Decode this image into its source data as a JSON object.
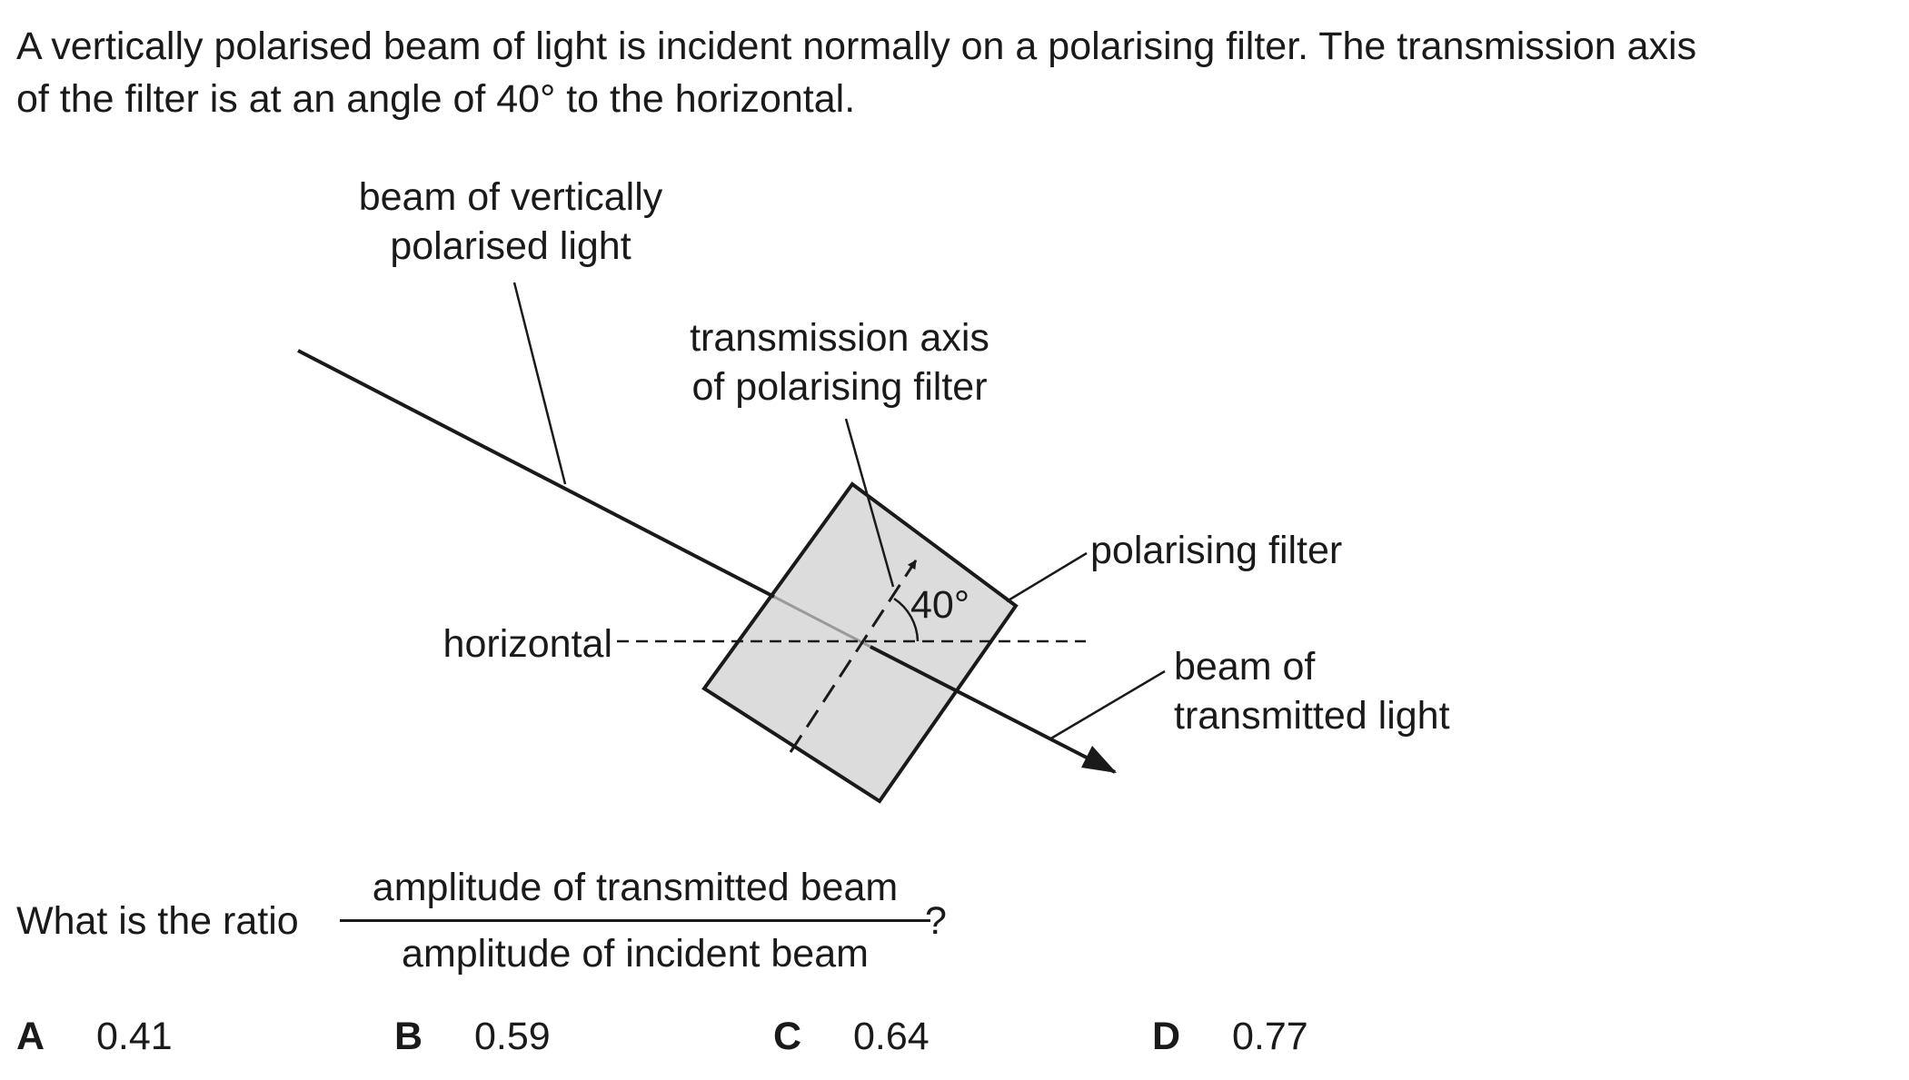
{
  "intro": {
    "line1": "A vertically polarised beam of light is incident normally on a polarising filter. The transmission axis",
    "line2": "of the filter is at an angle of 40° to the horizontal."
  },
  "diagram": {
    "labels": {
      "incident_beam_line1": "beam of vertically",
      "incident_beam_line2": "polarised light",
      "axis_line1": "transmission axis",
      "axis_line2": "of polarising filter",
      "filter": "polarising filter",
      "transmitted_line1": "beam of",
      "transmitted_line2": "transmitted light",
      "horizontal": "horizontal",
      "angle": "40°"
    },
    "angle_degrees": 40,
    "colors": {
      "filter_fill": "#dcdcdc",
      "stroke": "#1a1a1a"
    }
  },
  "question": {
    "prefix": "What is the ratio",
    "numerator": "amplitude of transmitted beam",
    "denominator": "amplitude of incident beam",
    "suffix": "?"
  },
  "options": [
    {
      "letter": "A",
      "value": "0.41"
    },
    {
      "letter": "B",
      "value": "0.59"
    },
    {
      "letter": "C",
      "value": "0.64"
    },
    {
      "letter": "D",
      "value": "0.77"
    }
  ]
}
